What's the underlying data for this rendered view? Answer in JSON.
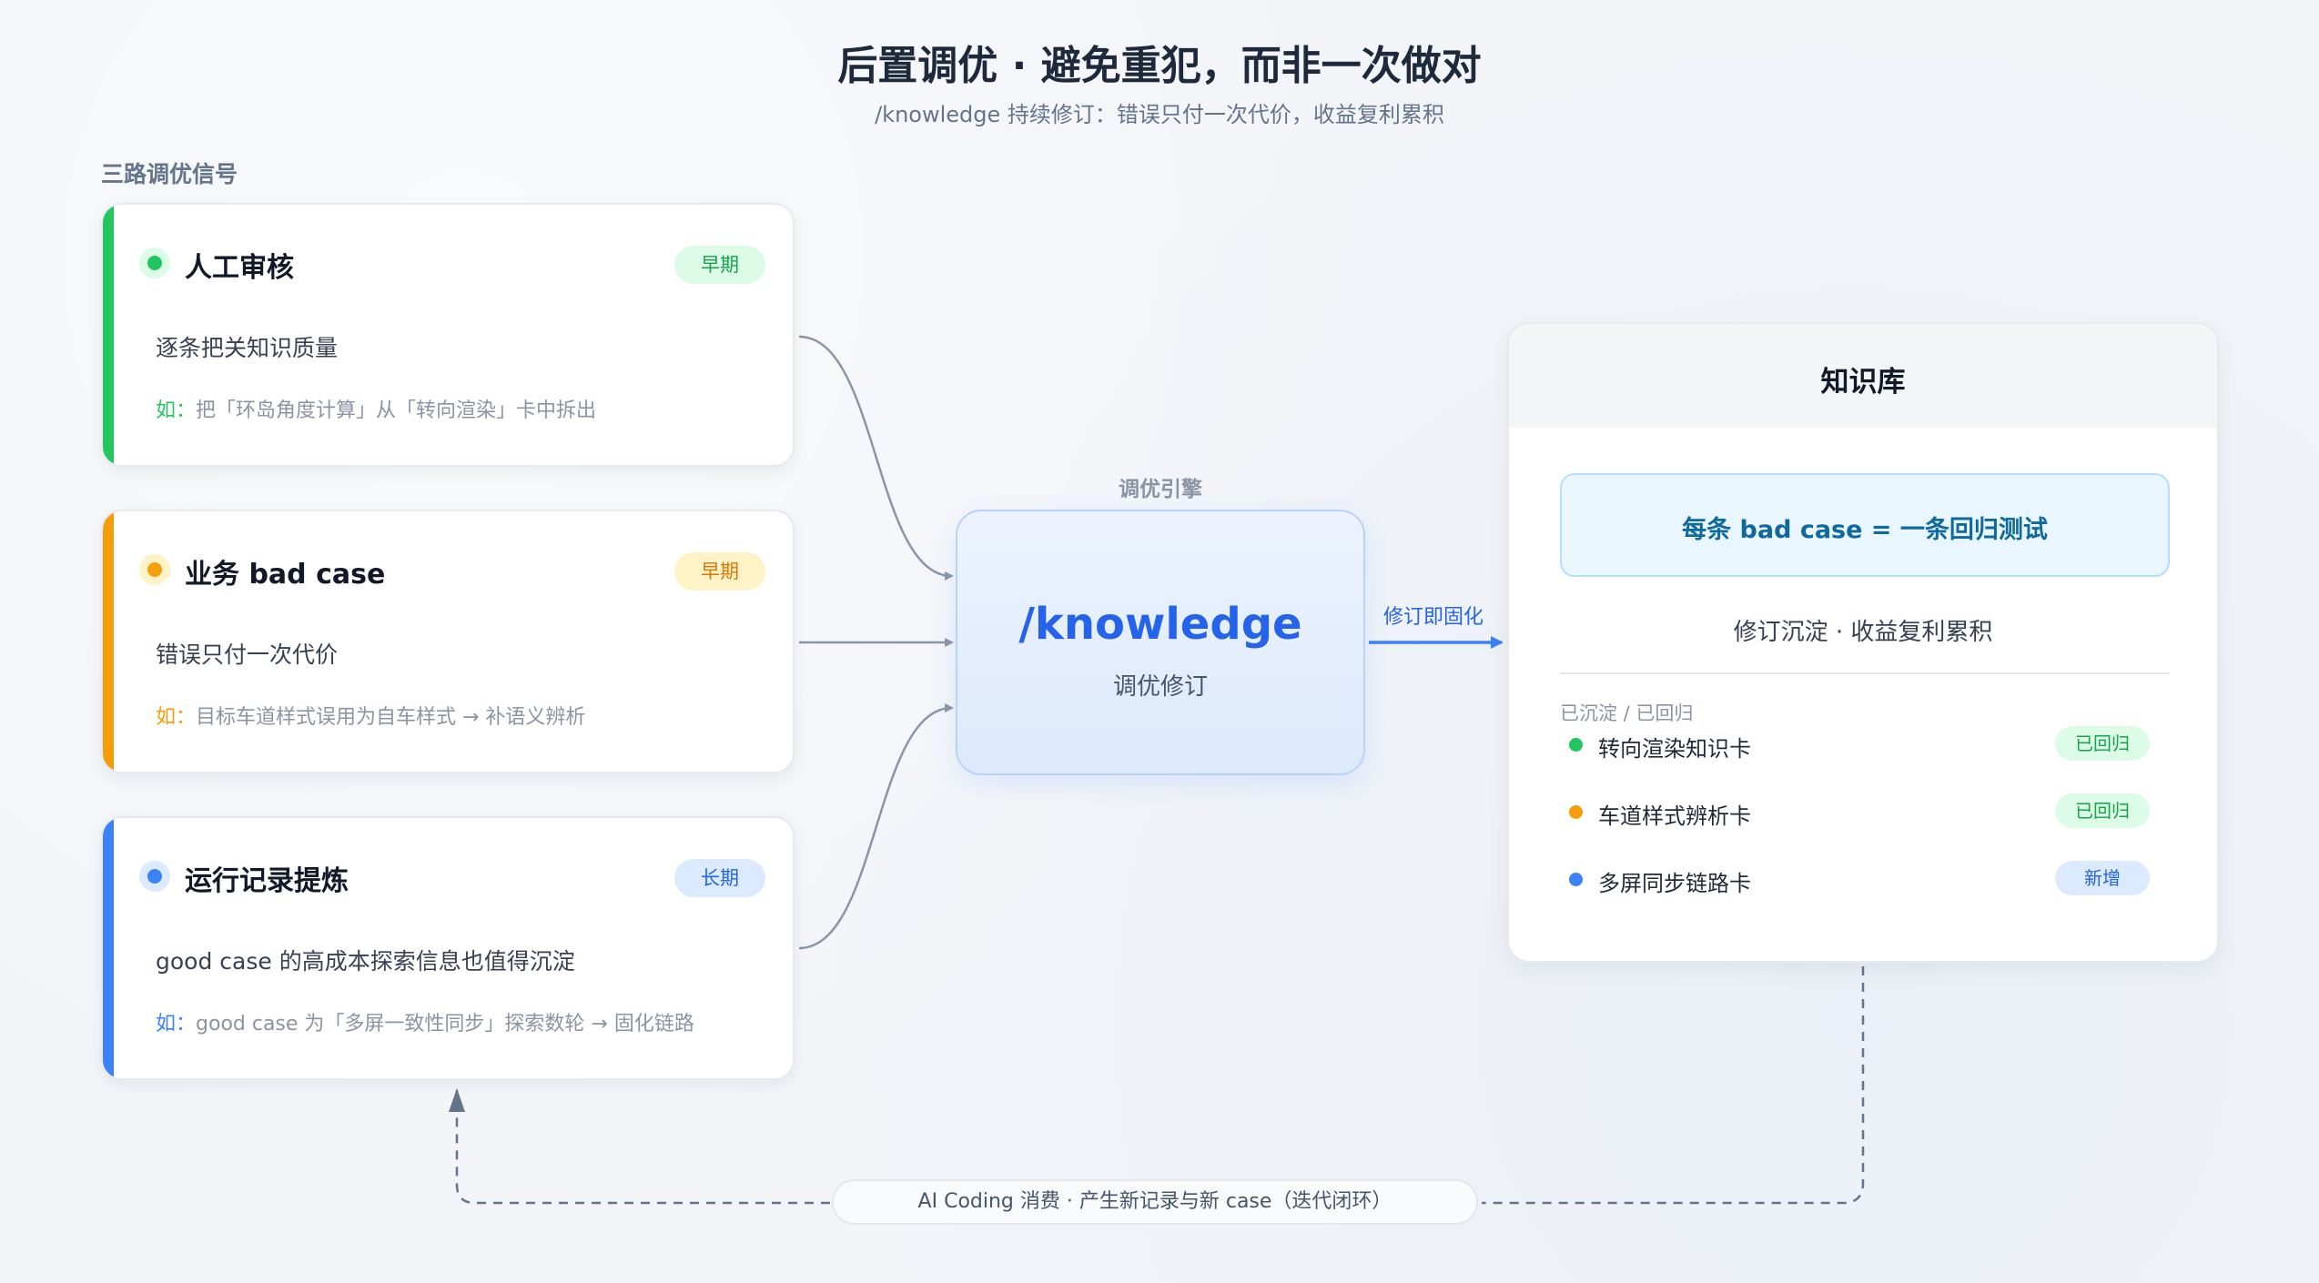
{
  "header": {
    "title": "后置调优 · 避免重犯，而非一次做对",
    "subtitle": "/knowledge 持续修订：错误只付一次代价，收益复利累积"
  },
  "signals": {
    "section_label": "三路调优信号",
    "cards": [
      {
        "title": "人工审核",
        "badge": "早期",
        "desc": "逐条把关知识质量",
        "example_prefix": "如：",
        "example": "把「环岛角度计算」从「转向渲染」卡中拆出",
        "accent": "#22c55e",
        "badge_bg": "#dcfce7",
        "badge_color": "#16a34a"
      },
      {
        "title": "业务 bad case",
        "badge": "早期",
        "desc": "错误只付一次代价",
        "example_prefix": "如：",
        "example": "目标车道样式误用为自车样式 → 补语义辨析",
        "accent": "#f59e0b",
        "badge_bg": "#fef3c7",
        "badge_color": "#d97706"
      },
      {
        "title": "运行记录提炼",
        "badge": "长期",
        "desc": "good case 的高成本探索信息也值得沉淀",
        "example_prefix": "如：",
        "example": "good case 为「多屏一致性同步」探索数轮 → 固化链路",
        "accent": "#3b82f6",
        "badge_bg": "#dbeafe",
        "badge_color": "#2563eb"
      }
    ]
  },
  "engine": {
    "label": "调优引擎",
    "name": "/knowledge",
    "sub": "调优修订"
  },
  "flow": {
    "label": "修订即固化"
  },
  "knowledge_base": {
    "title": "知识库",
    "rule": "每条 bad case = 一条回归测试",
    "accumulate": "修订沉淀 · 收益复利累积",
    "list_label": "已沉淀 / 已回归",
    "items": [
      {
        "name": "转向渲染知识卡",
        "status": "已回归",
        "dot": "#22c55e",
        "badge_bg": "#dcfce7",
        "badge_color": "#16a34a"
      },
      {
        "name": "车道样式辨析卡",
        "status": "已回归",
        "dot": "#f59e0b",
        "badge_bg": "#dcfce7",
        "badge_color": "#16a34a"
      },
      {
        "name": "多屏同步链路卡",
        "status": "新增",
        "dot": "#3b82f6",
        "badge_bg": "#dbeafe",
        "badge_color": "#2563eb"
      }
    ]
  },
  "loop": {
    "label": "AI Coding 消费 · 产生新记录与新 case（迭代闭环）"
  }
}
